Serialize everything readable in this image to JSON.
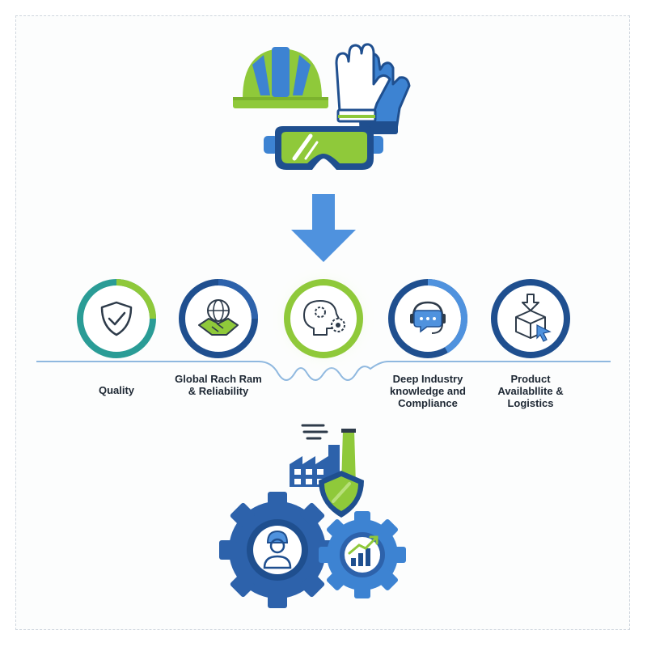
{
  "steps": [
    {
      "label": "Quality",
      "icon": "shield-check-icon"
    },
    {
      "label": "Global Rach Ram & Reliability",
      "icon": "handshake-globe-icon"
    },
    {
      "label": "",
      "icon": "head-gears-icon"
    },
    {
      "label": "Deep Industry knowledge and Compliance",
      "icon": "chat-headset-icon"
    },
    {
      "label": "Product Availabllite & Logistics",
      "icon": "box-download-icon"
    }
  ],
  "top_group": {
    "icons": [
      "hard-hat-icon",
      "gloves-icon",
      "safety-goggles-icon"
    ]
  },
  "bottom_group": {
    "icons": [
      "factory-icon",
      "shield-icon",
      "gear-worker-icon",
      "gear-chart-icon"
    ]
  },
  "colors": {
    "navy": "#1f4f8f",
    "blue": "#3d83d2",
    "light_blue": "#4f92de",
    "lime": "#8fc93a",
    "teal": "#2a9c96"
  }
}
